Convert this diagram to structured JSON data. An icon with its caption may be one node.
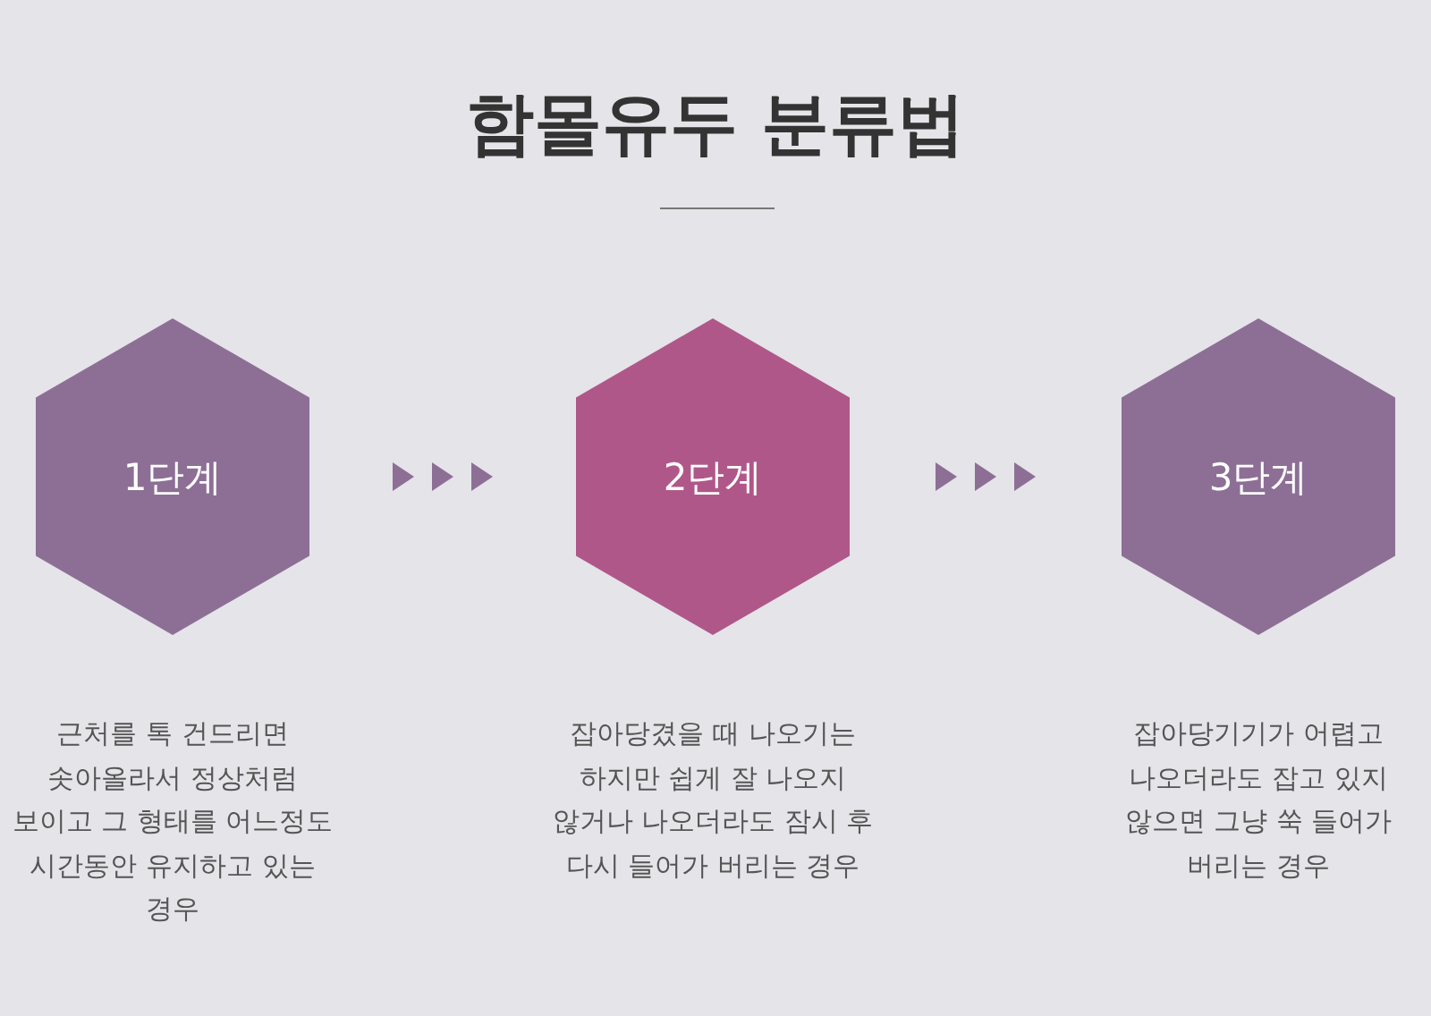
{
  "diagram": {
    "title": "함몰유두 분류법",
    "nodes": [
      {
        "text": [
          "1단계"
        ],
        "beside": [
          "근처를 톡 건드리면 솟아올라서 정상처럼 보이고 그 형태를 어느정도 시간동안 유지하고 있는 경우"
        ]
      },
      {
        "text": [
          "2단계"
        ],
        "beside": [
          "잡아당겼을 때 나오기는 하지만 쉽게 잘 나오지 않거나 나오더라도 잠시 후 다시 들어가 버리는 경우"
        ]
      },
      {
        "text": [
          "3단계"
        ],
        "beside": [
          "잡아당기기가 어렵고 나오더라도 잡고 있지 않으면 그냥 쑥 들어가 버리는 경우"
        ]
      }
    ],
    "edges": [
      {
        "from": 0,
        "to": 1,
        "arrow": "to"
      },
      {
        "from": 1,
        "to": 2,
        "arrow": "to"
      }
    ]
  }
}
